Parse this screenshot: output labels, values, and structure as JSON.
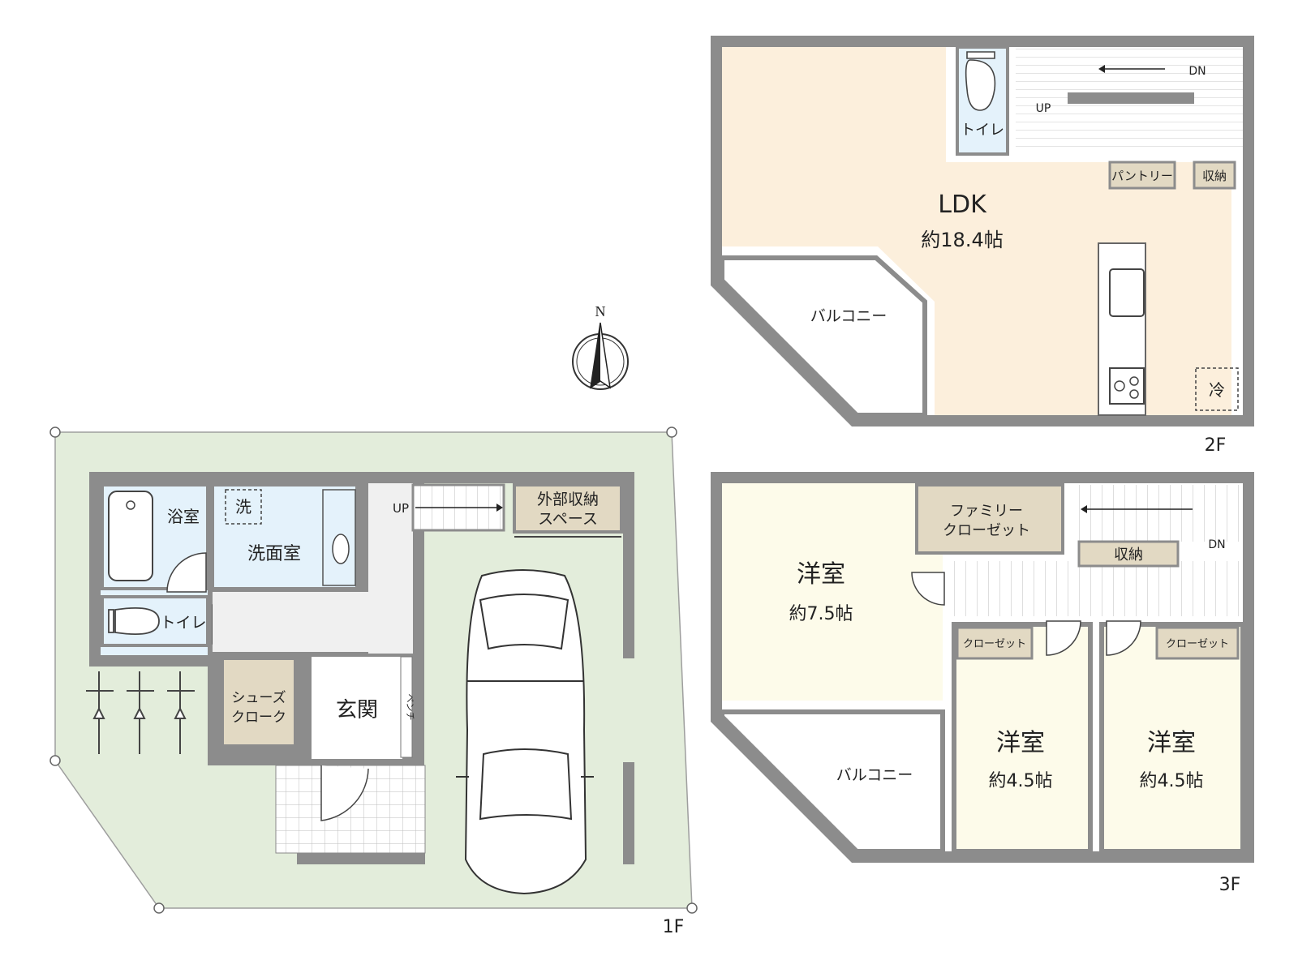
{
  "floors": {
    "f1": {
      "label": "1F",
      "rooms": {
        "bath": "浴室",
        "washer": "洗",
        "washroom": "洗面室",
        "toilet": "トイレ",
        "stairs_up": "UP",
        "outdoor_storage_line1": "外部収納",
        "outdoor_storage_line2": "スペース",
        "shoe_cloak_line1": "シューズ",
        "shoe_cloak_line2": "クローク",
        "entrance": "玄関",
        "bench": "ベンチ"
      }
    },
    "f2": {
      "label": "2F",
      "rooms": {
        "ldk": "LDK",
        "ldk_size": "約18.4帖",
        "toilet": "トイレ",
        "stairs_up": "UP",
        "stairs_down": "DN",
        "pantry": "パントリー",
        "storage": "収納",
        "balcony": "バルコニー",
        "fridge": "冷"
      }
    },
    "f3": {
      "label": "3F",
      "rooms": {
        "western_main": "洋室",
        "western_main_size": "約7.5帖",
        "family_closet_line1": "ファミリー",
        "family_closet_line2": "クローゼット",
        "storage": "収納",
        "stairs_down": "DN",
        "closet_a": "クローゼット",
        "closet_b": "クローゼット",
        "western_b": "洋室",
        "western_b_size": "約4.5帖",
        "western_c": "洋室",
        "western_c_size": "約4.5帖",
        "balcony": "バルコニー"
      }
    }
  },
  "compass": {
    "north": "N"
  },
  "colors": {
    "wall": "#8c8c8c",
    "site_green": "#e3eddb",
    "ldk_fill": "#fcefdc",
    "western_fill": "#fdfbea",
    "wet_area_fill": "#e4f2fb",
    "storage_fill": "#e2d9c3",
    "hall_fill": "#f0f0f0"
  }
}
